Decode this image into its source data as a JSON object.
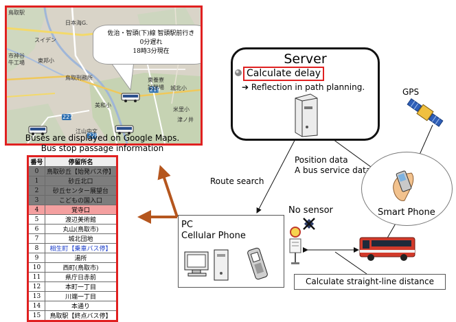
{
  "map": {
    "labels": [
      "鳥取駅",
      "日本海G.",
      "スイデン",
      "東邦小",
      "市神谷",
      "牛工場",
      "鳥取刑務所",
      "美和小",
      "城北小",
      "東養寮",
      "試験場",
      "米里小",
      "津ノ井",
      "江山中文",
      "227",
      "228",
      "219"
    ],
    "bubble": {
      "line1": "佐治・智頭(下)線 智頭駅前行き",
      "line2": "0分遅れ",
      "line3": "18時3分現在",
      "close": "⊠"
    },
    "caption_line1": "Buses are displayed on Google Maps.",
    "caption_line2": "Bus stop passage information"
  },
  "stops": {
    "header_num": "番号",
    "header_name": "停留所名",
    "rows": [
      {
        "num": "0",
        "name": "鳥取砂丘【始発バス停】"
      },
      {
        "num": "1",
        "name": "砂丘北口"
      },
      {
        "num": "2",
        "name": "砂丘センター展望台"
      },
      {
        "num": "3",
        "name": "こどもの国入口"
      },
      {
        "num": "4",
        "name": "覚寺口"
      },
      {
        "num": "5",
        "name": "渡辺美術館"
      },
      {
        "num": "6",
        "name": "丸山(鳥取市)"
      },
      {
        "num": "7",
        "name": "城北団地"
      },
      {
        "num": "8",
        "name": "相生町【乗車バス停】"
      },
      {
        "num": "9",
        "name": "湯所"
      },
      {
        "num": "10",
        "name": "西町(鳥取市)"
      },
      {
        "num": "11",
        "name": "県庁日赤前"
      },
      {
        "num": "12",
        "name": "本町一丁目"
      },
      {
        "num": "13",
        "name": "川端一丁目"
      },
      {
        "num": "14",
        "name": "本通り"
      },
      {
        "num": "15",
        "name": "鳥取駅【終点バス停】"
      }
    ]
  },
  "server": {
    "title": "Server",
    "calc_delay": "Calculate delay",
    "reflection": "Reflection in path planning."
  },
  "labels": {
    "gps": "GPS",
    "position_data": "Position data",
    "bus_service_data": "A bus service data",
    "route_search": "Route search",
    "no_sensor": "No sensor",
    "smart_phone": "Smart Phone",
    "pc_line1": "PC",
    "pc_line2": "Cellular Phone",
    "calc_distance": "Calculate straight-line distance"
  },
  "colors": {
    "highlight_red": "#e02020",
    "arrow_brown": "#b5561e"
  }
}
